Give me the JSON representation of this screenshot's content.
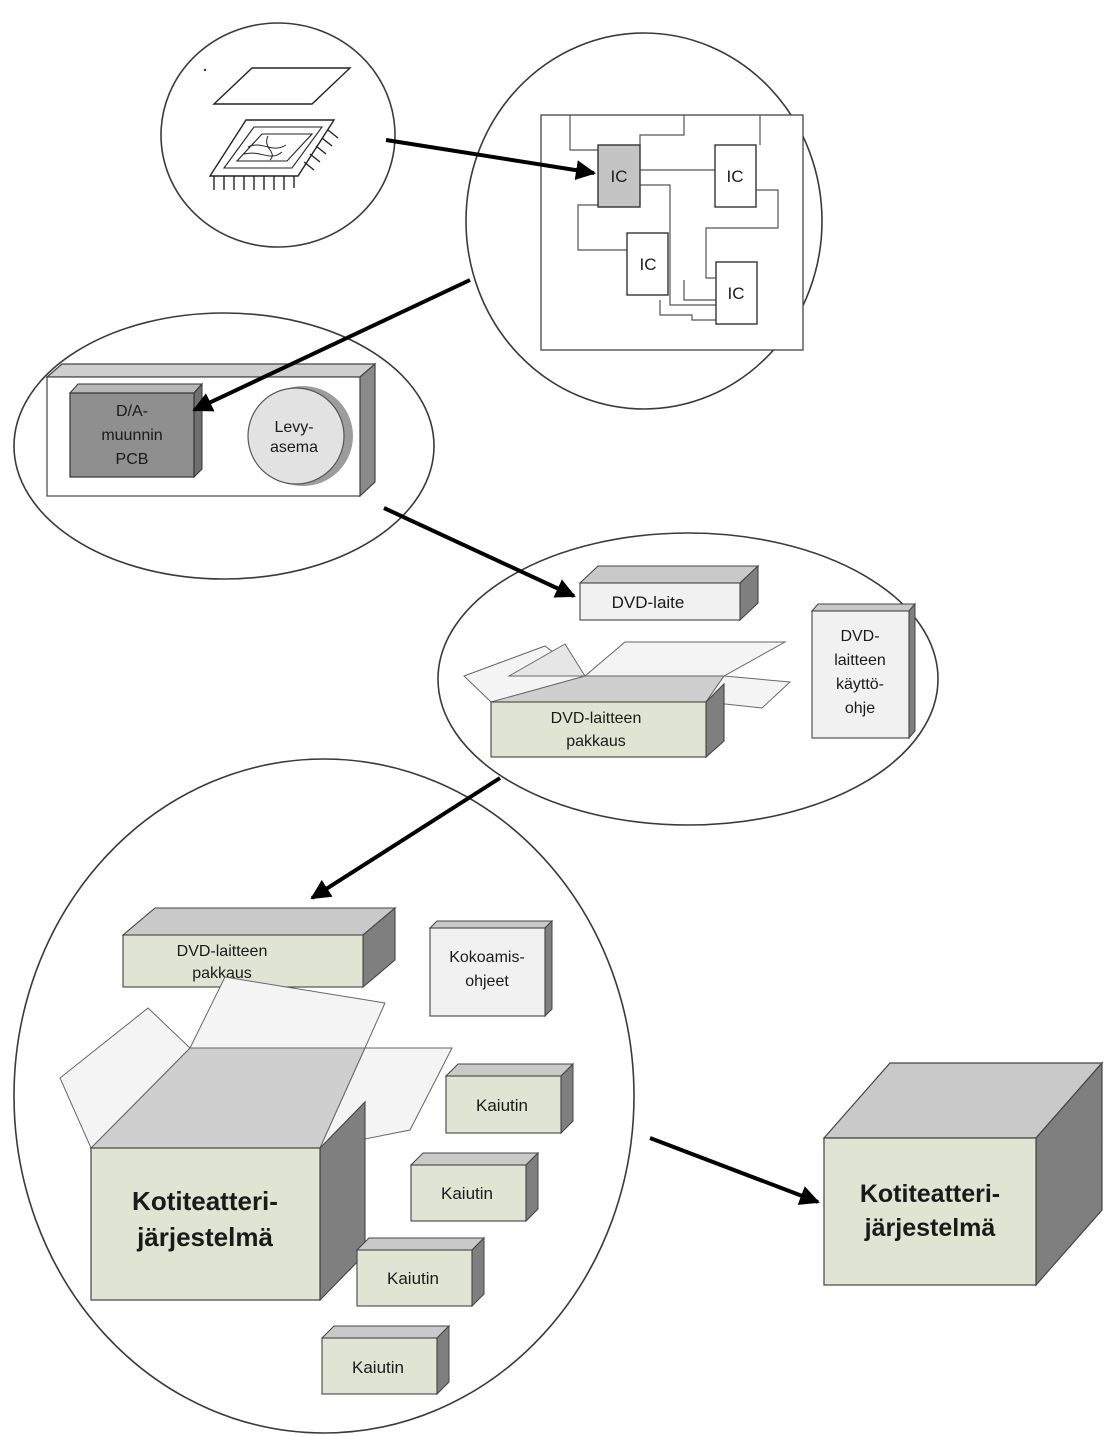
{
  "colors": {
    "green_front": "#dfe5d2",
    "green_side": "#8a8a8a",
    "box_top": "#c9c9c9",
    "gray_ic": "#c4c4c4",
    "gray_pcb": "#8f8f8f",
    "light_box": "#f1f1f1",
    "flap": "#f2f2f2",
    "black": "#000000"
  },
  "ic_labels": [
    "IC",
    "IC",
    "IC",
    "IC"
  ],
  "device": {
    "da_converter": [
      "D/A-",
      "muunnin",
      "PCB"
    ],
    "disk_drive": [
      "Levy-",
      "asema"
    ]
  },
  "packaging": {
    "dvd_device": "DVD-laite",
    "dvd_package": [
      "DVD-laitteen",
      "pakkaus"
    ],
    "manual": [
      "DVD-",
      "laitteen",
      "käyttö-",
      "ohje"
    ]
  },
  "system": {
    "dvd_package": [
      "DVD-laitteen",
      "pakkaus"
    ],
    "assembly": [
      "Kokoamis-",
      "ohjeet"
    ],
    "speaker": "Kaiutin",
    "main_box": [
      "Kotiteatteri-",
      "järjestelmä"
    ]
  },
  "final": {
    "box": [
      "Kotiteatteri-",
      "järjestelmä"
    ]
  }
}
